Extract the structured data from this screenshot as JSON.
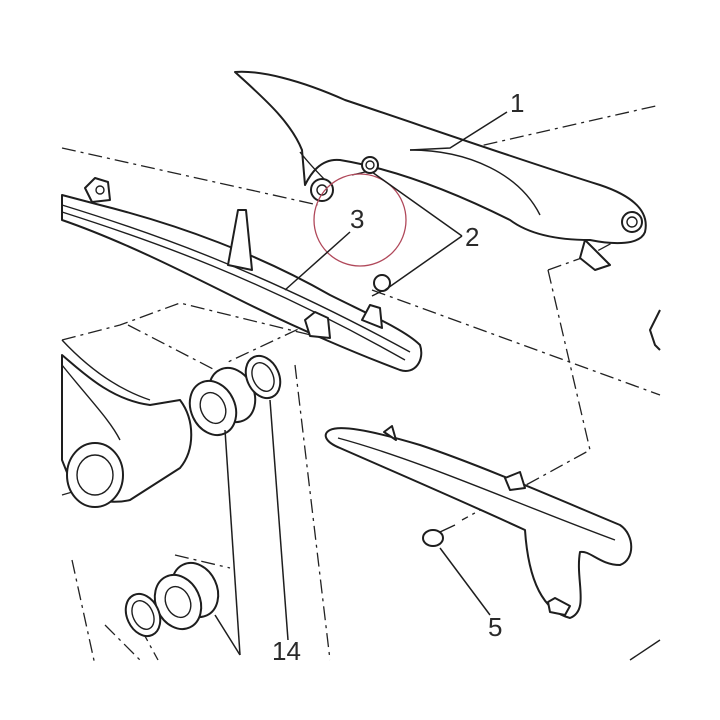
{
  "callouts": [
    {
      "id": "1",
      "label": "1"
    },
    {
      "id": "2",
      "label": "2"
    },
    {
      "id": "3",
      "label": "3"
    },
    {
      "id": "5",
      "label": "5"
    },
    {
      "id": "14",
      "label": "14"
    }
  ],
  "colors": {
    "line": "#1e1e1e",
    "highlight_circle": "#b0485a",
    "background": "#ffffff"
  }
}
